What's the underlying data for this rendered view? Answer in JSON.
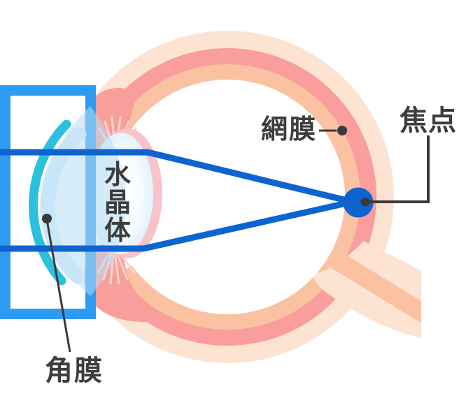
{
  "diagram": {
    "labels": {
      "retina": "網膜",
      "focal_point": "焦点",
      "lens_chars": [
        "水",
        "晶",
        "体"
      ],
      "cornea": "角膜"
    },
    "colors": {
      "sclera": "#fce3d2",
      "choroid": "#f99d9d",
      "retina_band": "#fbc2a2",
      "nerve_body": "#fce3d2",
      "nerve_stripe": "#fbc2a2",
      "interior": "#ffffff",
      "iris": "#f89f9c",
      "fiber": "#fdd3cc",
      "lens_capsule": "#f8c3cb",
      "cornea_teal": "#2bc1de",
      "cornea_arc": "#c8e6f8",
      "aqueous": "#b7dcf4",
      "frame": "#2e9bf2",
      "ray": "#0e63d0",
      "focal": "#0e63d0",
      "label_text": "#3d3d3d",
      "leader": "#3a3a3a"
    }
  }
}
